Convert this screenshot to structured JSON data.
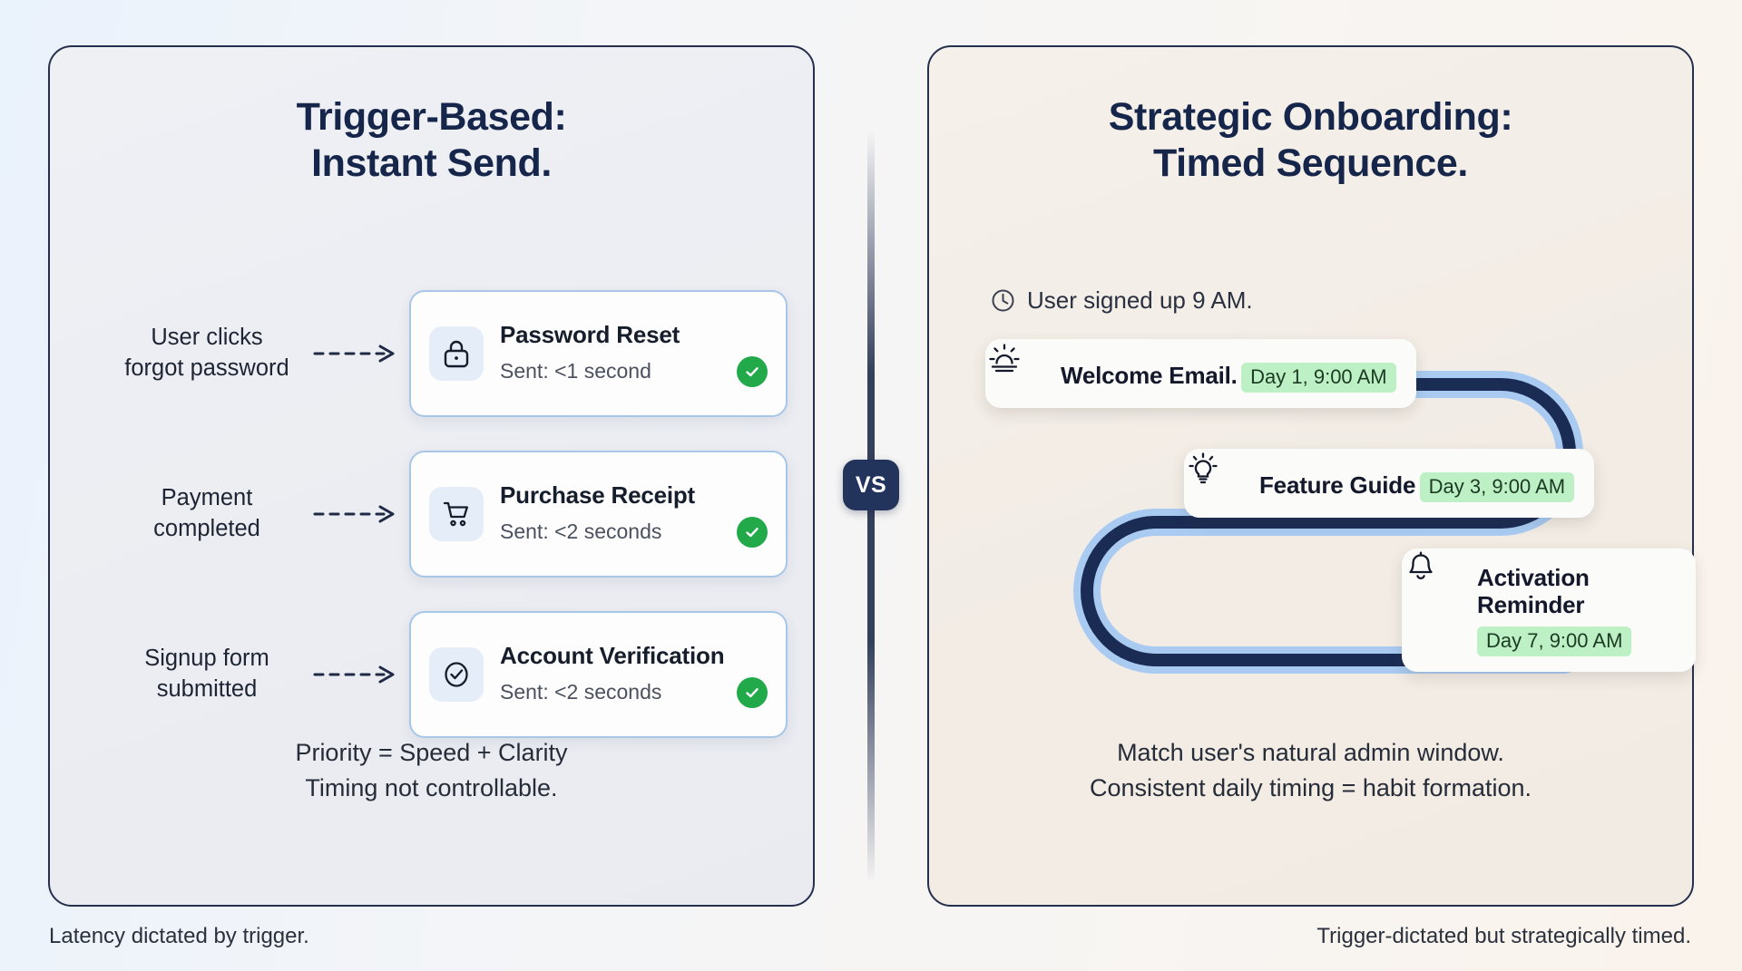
{
  "left_panel": {
    "title_line1": "Trigger-Based:",
    "title_line2": "Instant Send.",
    "rows": [
      {
        "trigger_line1": "User clicks",
        "trigger_line2": "forgot password",
        "icon": "lock-icon",
        "card_title": "Password Reset",
        "card_sub": "Sent: <1 second",
        "status_icon": "check-circle-icon"
      },
      {
        "trigger_line1": "Payment",
        "trigger_line2": "completed",
        "icon": "shopping-cart-icon",
        "card_title": "Purchase Receipt",
        "card_sub": "Sent: <2 seconds",
        "status_icon": "check-circle-icon"
      },
      {
        "trigger_line1": "Signup form",
        "trigger_line2": "submitted",
        "icon": "check-circle-outline-icon",
        "card_title": "Account Verification",
        "card_sub": "Sent: <2 seconds",
        "status_icon": "check-circle-icon"
      }
    ],
    "note_line1": "Priority = Speed + Clarity",
    "note_line2": "Timing not controllable.",
    "caption": "Latency dictated by trigger."
  },
  "right_panel": {
    "title_line1": "Strategic Onboarding:",
    "title_line2": "Timed Sequence.",
    "signup_icon": "clock-icon",
    "signup_text": "User signed up 9 AM.",
    "steps": [
      {
        "icon": "sunrise-icon",
        "title": "Welcome Email.",
        "badge": "Day 1, 9:00 AM"
      },
      {
        "icon": "lightbulb-icon",
        "title": "Feature Guide",
        "badge": "Day 3, 9:00 AM"
      },
      {
        "icon": "bell-icon",
        "title": "Activation Reminder",
        "badge": "Day 7, 9:00 AM"
      }
    ],
    "note_line1": "Match user's natural admin window.",
    "note_line2": "Consistent daily timing = habit formation.",
    "caption": "Trigger-dictated but strategically timed."
  },
  "divider": {
    "label": "VS"
  },
  "colors": {
    "navy": "#16264b",
    "panel_border": "#24304d",
    "card_border_blue": "#a8c7e8",
    "status_green": "#22a94a",
    "badge_green_bg": "#bdf0c4",
    "path_dark": "#1b2c54",
    "path_halo": "#a9cbf2",
    "vs_badge_bg": "#22345c"
  }
}
